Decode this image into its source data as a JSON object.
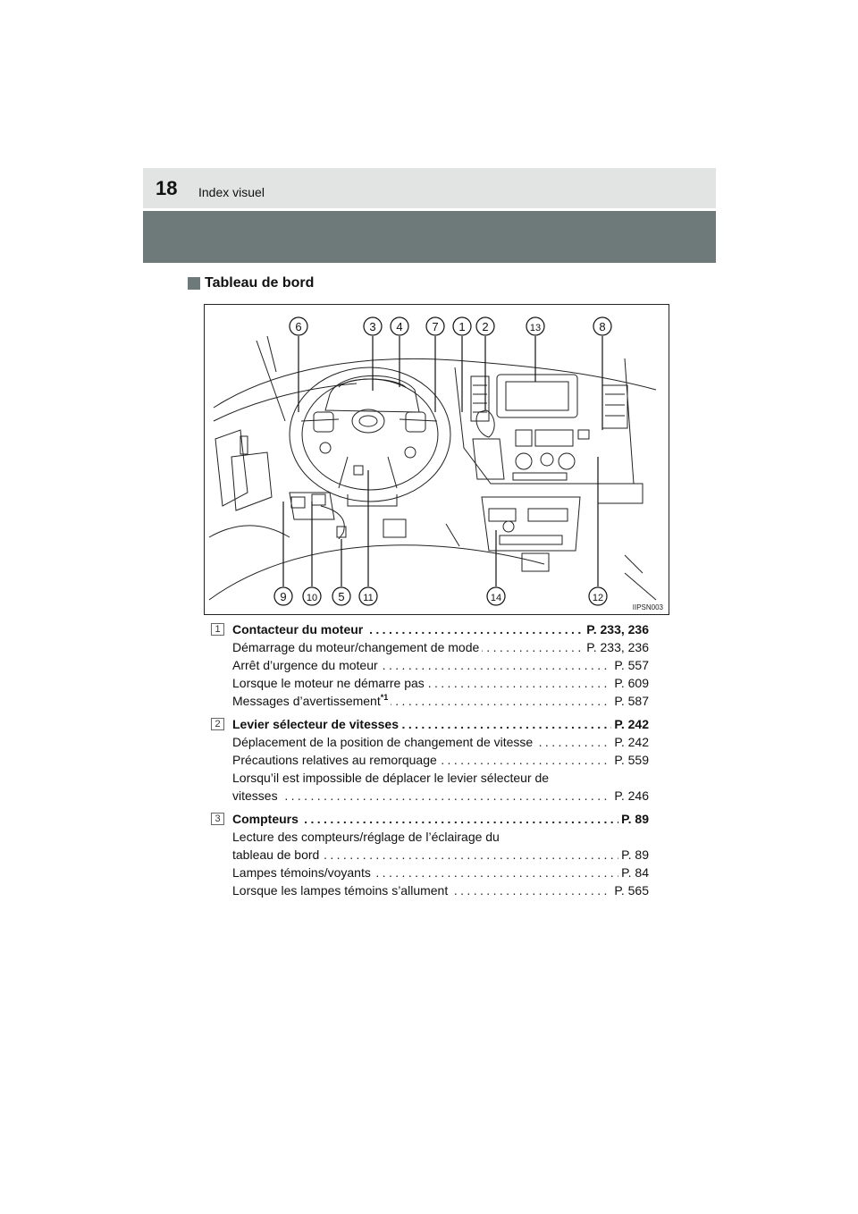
{
  "header": {
    "page_number": "18",
    "section": "Index visuel"
  },
  "subsection": {
    "title": "Tableau de bord"
  },
  "figure": {
    "code": "IIPSN003",
    "callouts": [
      "1",
      "2",
      "3",
      "4",
      "5",
      "6",
      "7",
      "8",
      "9",
      "10",
      "11",
      "12",
      "13",
      "14"
    ]
  },
  "entries": [
    {
      "num": "1",
      "title": "Contacteur du moteur",
      "ref": "P. 233, 236",
      "lines": [
        {
          "text": "Démarrage du moteur/changement de mode",
          "ref": "P. 233, 236"
        },
        {
          "text": "Arrêt d’urgence du moteur",
          "ref": "P. 557"
        },
        {
          "text": "Lorsque le moteur ne démarre pas",
          "ref": "P. 609"
        },
        {
          "text": "Messages d’avertissement",
          "sup": "*1",
          "ref": "P. 587"
        }
      ]
    },
    {
      "num": "2",
      "title": "Levier sélecteur de vitesses",
      "ref": "P. 242",
      "lines": [
        {
          "text": "Déplacement de la position de changement de vitesse",
          "ref": "P. 242"
        },
        {
          "text": "Précautions relatives au remorquage",
          "ref": "P. 559"
        },
        {
          "text": "Lorsqu’il est impossible de déplacer le levier sélecteur de"
        },
        {
          "text": "vitesses",
          "ref": "P. 246"
        }
      ]
    },
    {
      "num": "3",
      "title": "Compteurs",
      "ref": "P. 89",
      "lines": [
        {
          "text": "Lecture des compteurs/réglage de l’éclairage du"
        },
        {
          "text": "tableau de bord",
          "ref": "P. 89"
        },
        {
          "text": "Lampes témoins/voyants",
          "ref": "P. 84"
        },
        {
          "text": "Lorsque les lampes témoins s’allument",
          "ref": "P. 565"
        }
      ]
    }
  ]
}
